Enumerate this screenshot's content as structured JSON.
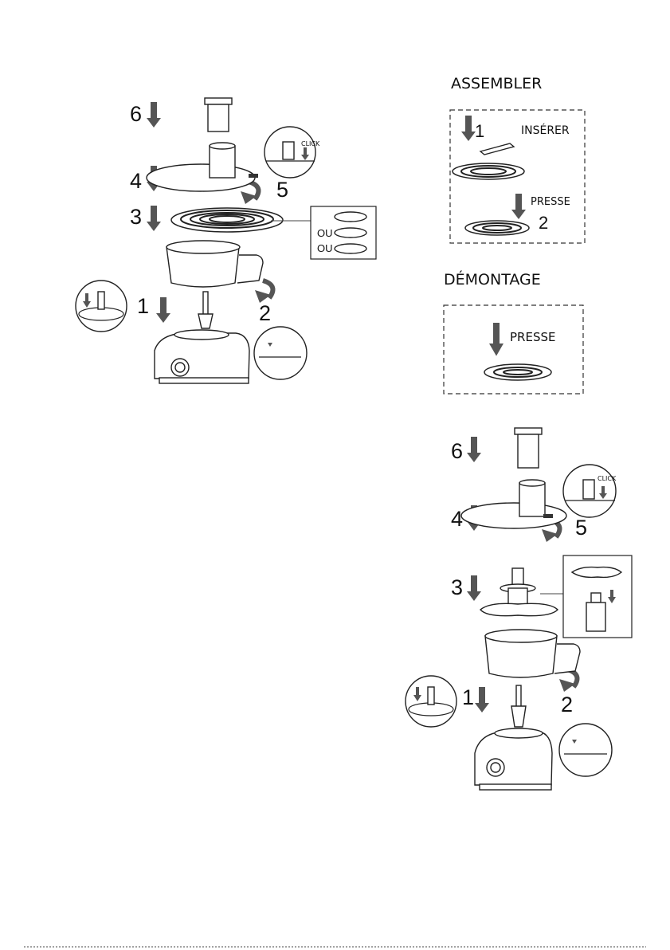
{
  "left_assembly": {
    "steps": [
      "6",
      "4",
      "5",
      "3",
      "1",
      "2"
    ],
    "click_label": "CLICK",
    "or_labels": [
      "OU",
      "OU"
    ]
  },
  "assemble_box": {
    "title": "ASSEMBLER",
    "insert_label": "INSÉRER",
    "press_label": "PRESSE",
    "step1": "1",
    "step2": "2"
  },
  "disassemble_box": {
    "title": "DÉMONTAGE",
    "press_label": "PRESSE"
  },
  "right_assembly": {
    "steps": [
      "6",
      "4",
      "5",
      "3",
      "1",
      "2"
    ],
    "click_label": "CLICK"
  },
  "colors": {
    "arrow": "#555555",
    "line": "#222222"
  }
}
